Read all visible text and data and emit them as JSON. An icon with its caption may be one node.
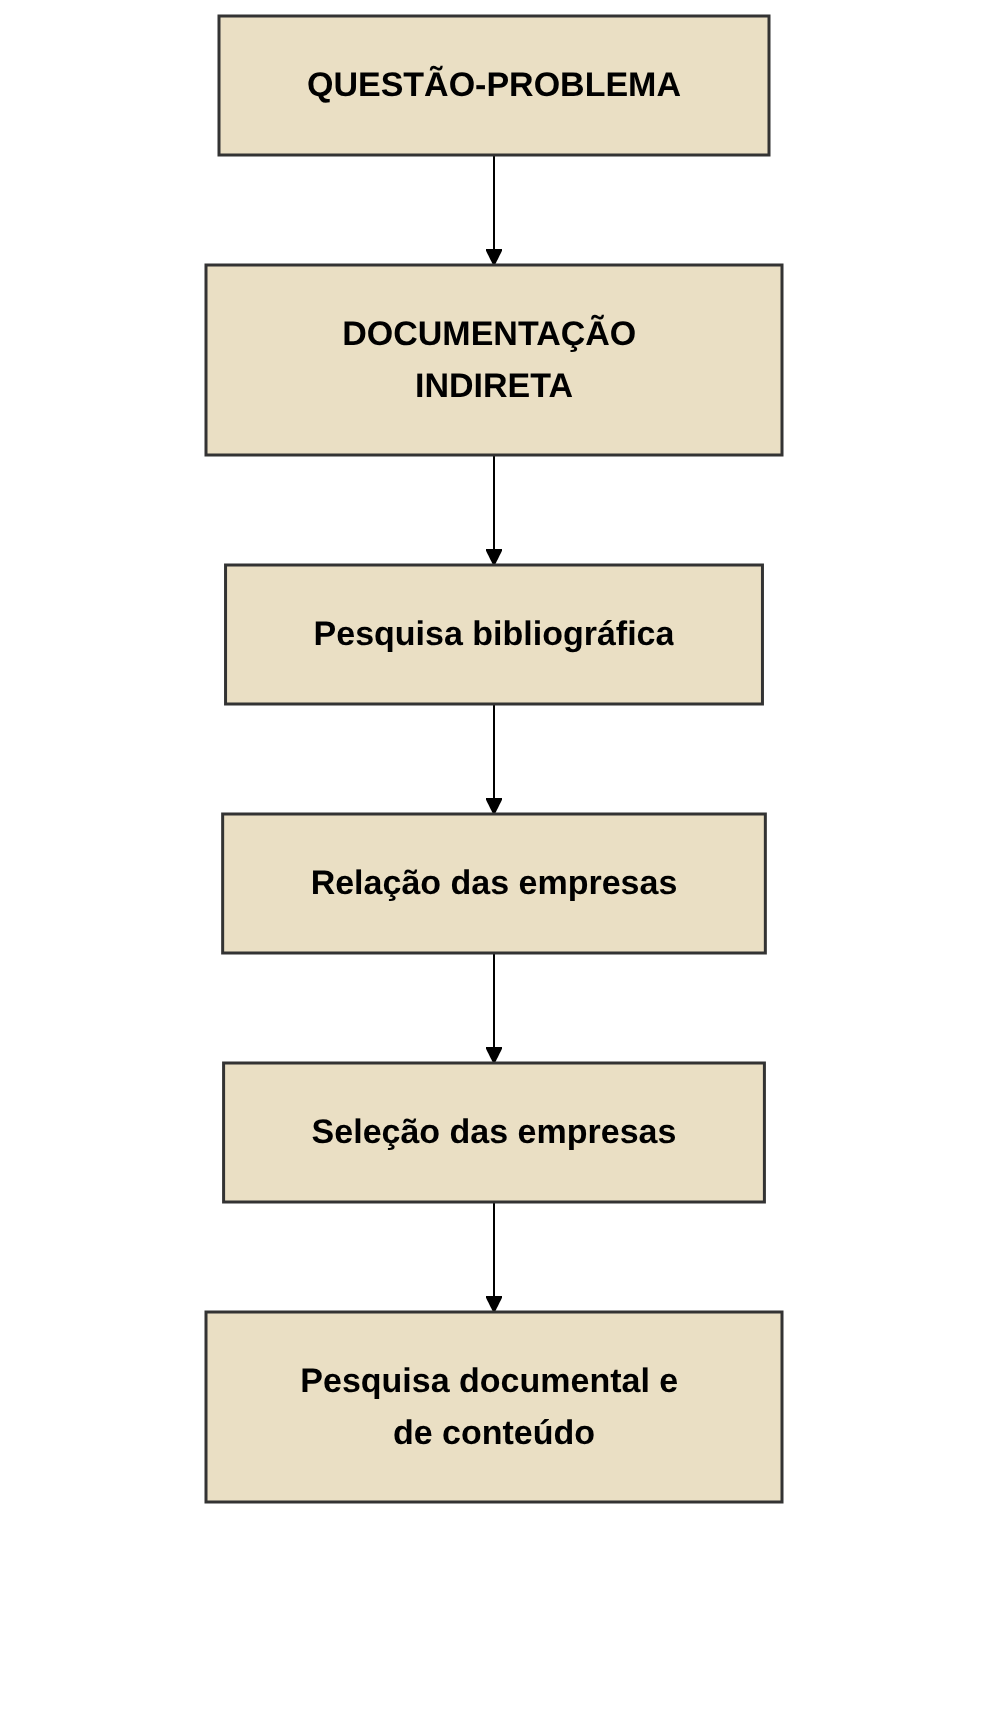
{
  "diagram": {
    "nodes": [
      {
        "text": [
          "QUESTÃO-PROBLEMA"
        ]
      },
      {
        "text": [
          "DOCUMENTAÇÃO INDIRETA"
        ]
      },
      {
        "text": [
          "Pesquisa bibliográfica"
        ]
      },
      {
        "text": [
          "Relação das empresas"
        ]
      },
      {
        "text": [
          "Seleção das empresas"
        ]
      },
      {
        "text": [
          "Pesquisa documental e de conteúdo"
        ]
      }
    ],
    "edges": [
      {
        "from": 0,
        "to": 1,
        "arrow": "to"
      },
      {
        "from": 1,
        "to": 2,
        "arrow": "to"
      },
      {
        "from": 2,
        "to": 3,
        "arrow": "to"
      },
      {
        "from": 3,
        "to": 4,
        "arrow": "to"
      },
      {
        "from": 4,
        "to": 5,
        "arrow": "to"
      }
    ]
  }
}
